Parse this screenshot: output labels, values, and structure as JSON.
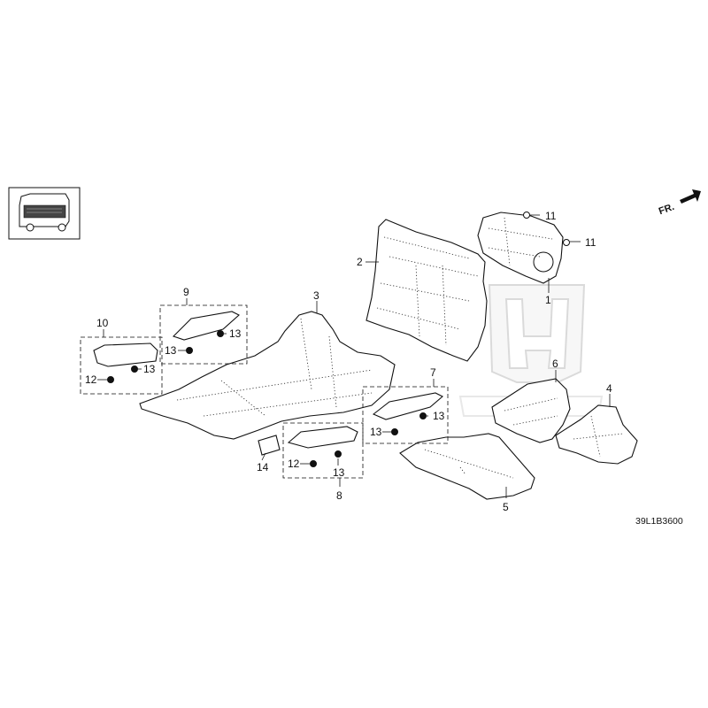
{
  "diagram_code": "39L1B3600",
  "front_indicator": "FR.",
  "callouts": {
    "c1": "1",
    "c2": "2",
    "c3": "3",
    "c4": "4",
    "c5": "5",
    "c6": "6",
    "c7": "7",
    "c8": "8",
    "c9": "9",
    "c10": "10",
    "c11a": "11",
    "c11b": "11",
    "c12a": "12",
    "c12b": "12",
    "c13a": "13",
    "c13b": "13",
    "c13c": "13",
    "c13d": "13",
    "c13e": "13",
    "c13f": "13",
    "c14": "14"
  }
}
